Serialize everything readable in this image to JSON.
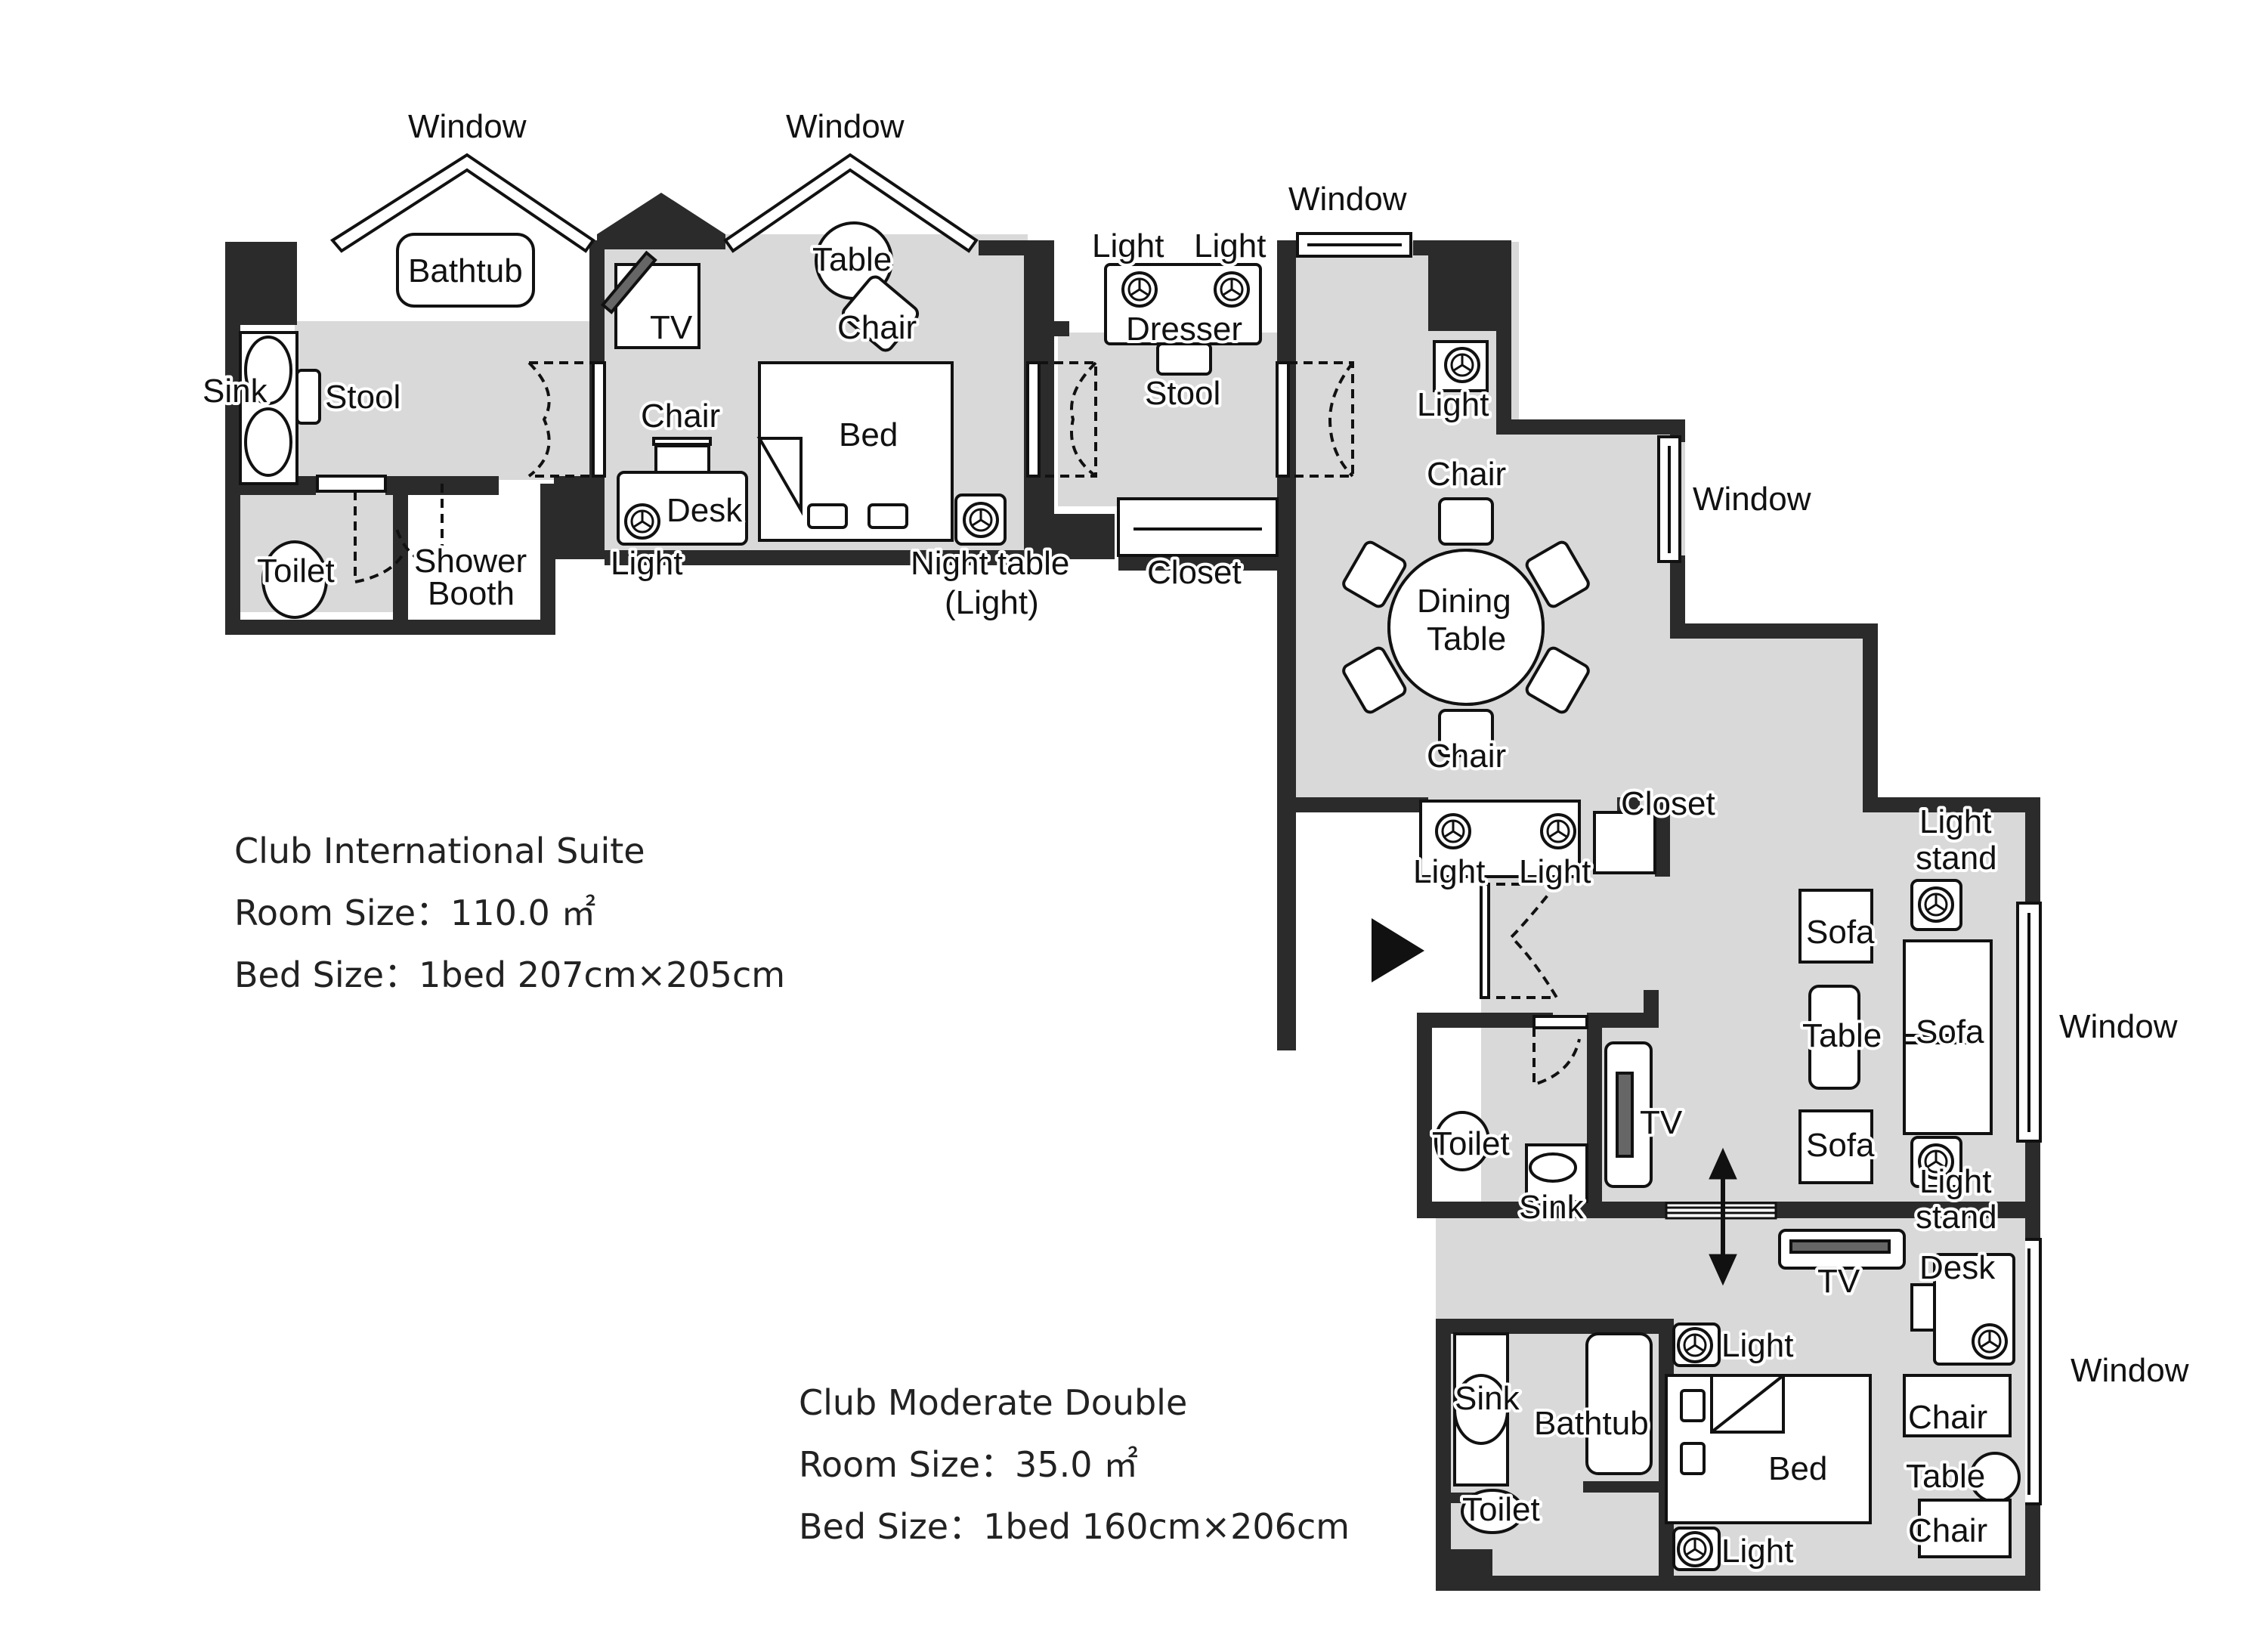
{
  "title": "Hotel floor plan - connecting rooms",
  "colors": {
    "wall": "#2b2b2b",
    "floor": "#d9d9d9",
    "furniture": "#ffffff",
    "outline": "#1a1a1a",
    "background": "#ffffff"
  },
  "rooms": [
    {
      "name": "Club International Suite",
      "room_size_label": "Room Size",
      "room_size": "110.0 ㎡",
      "bed_size_label": "Bed Size",
      "bed_size": "1bed 207cm×205cm"
    },
    {
      "name": "Club Moderate Double",
      "room_size_label": "Room Size",
      "room_size": "35.0 ㎡",
      "bed_size_label": "Bed Size",
      "bed_size": "1bed 160cm×206cm"
    }
  ],
  "separator": "：",
  "labels": {
    "window": "Window",
    "bathtub": "Bathtub",
    "sink": "Sink",
    "stool": "Stool",
    "toilet": "Toilet",
    "shower_l1": "Shower",
    "shower_l2": "Booth",
    "tv": "TV",
    "table": "Table",
    "chair": "Chair",
    "bed": "Bed",
    "desk": "Desk",
    "light": "Light",
    "night_table_l1": "Night table",
    "night_table_l2": "(Light)",
    "dresser": "Dresser",
    "closet": "Closet",
    "dining_l1": "Dining",
    "dining_l2": "Table",
    "sofa": "Sofa",
    "light_stand_l1": "Light",
    "light_stand_l2": "stand"
  },
  "icons": [
    "entrance-arrow-icon",
    "connecting-door-arrow-icon",
    "light-fixture-icon"
  ]
}
